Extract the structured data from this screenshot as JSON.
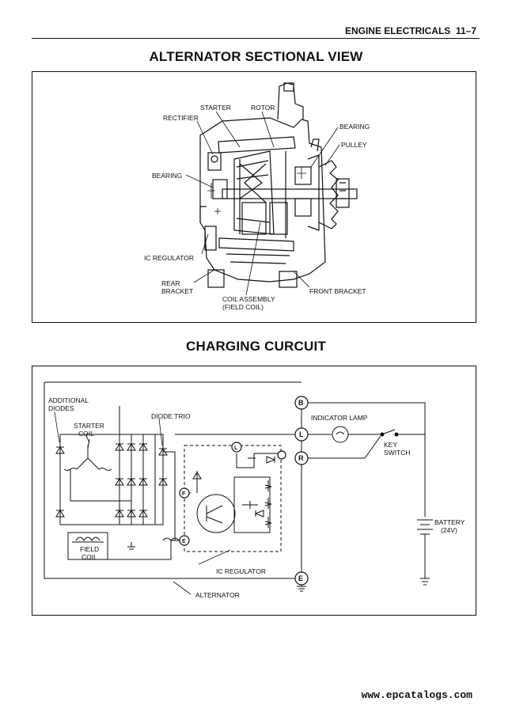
{
  "header": {
    "section": "ENGINE ELECTRICALS",
    "page": "11–7"
  },
  "sectional_view": {
    "title": "ALTERNATOR SECTIONAL VIEW",
    "labels": {
      "starter": "STARTER",
      "rotor": "ROTOR",
      "rectifier": "RECTIFIER",
      "bearing_right": "BEARING",
      "pulley": "PULLEY",
      "bearing_left": "BEARING",
      "ic_regulator": "IC REGULATOR",
      "rear": "REAR",
      "bracket": "BRACKET",
      "coil_assembly": "COIL ASSEMBLY",
      "field_coil": "(FIELD COIL)",
      "front_bracket": "FRONT BRACKET"
    }
  },
  "charging_circuit": {
    "title": "CHARGING CURCUIT",
    "labels": {
      "additional": "ADDITIONAL",
      "diodes": "DIODES",
      "starter": "STARTER",
      "coil": "COIL",
      "diode_trio": "DIODE TRIO",
      "indicator_lamp": "INDICATOR LAMP",
      "key": "KEY",
      "switch": "SWITCH",
      "battery": "BATTERY",
      "battery_voltage": "(24V)",
      "field": "FIELD",
      "field_coil": "COIL",
      "ic_regulator": "IC REGULATOR",
      "alternator": "ALTERNATOR"
    },
    "terminals": {
      "b": "B",
      "l": "L",
      "r": "R",
      "e": "E",
      "l_inner": "L",
      "f": "F",
      "e_inner": "E"
    }
  },
  "footer": {
    "watermark": "www.epcatalogs.com"
  }
}
